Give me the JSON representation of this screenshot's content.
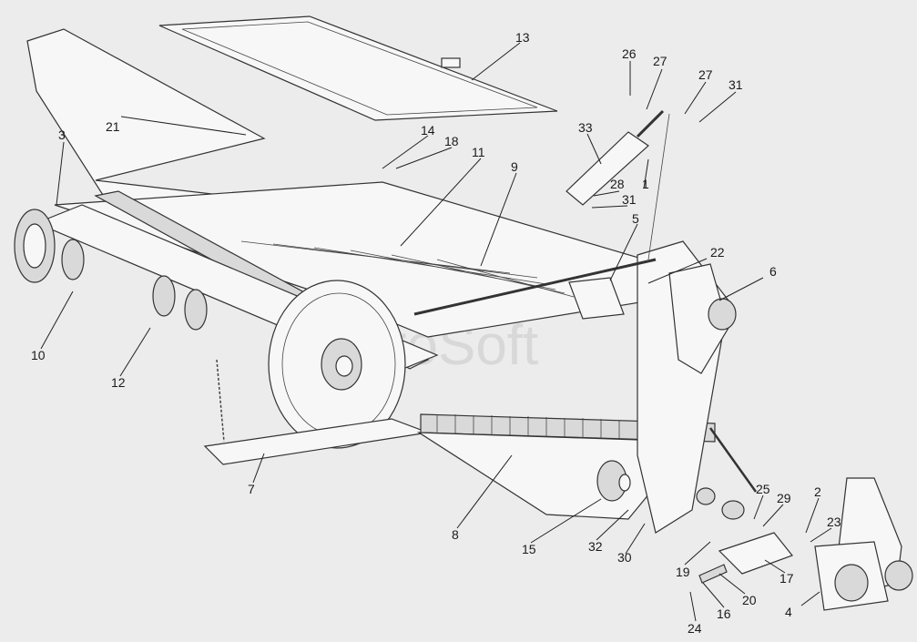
{
  "watermark": "AgroSoft",
  "callouts": [
    "1",
    "2",
    "3",
    "4",
    "5",
    "6",
    "7",
    "8",
    "9",
    "10",
    "11",
    "12",
    "13",
    "14",
    "15",
    "16",
    "17",
    "18",
    "19",
    "20",
    "21",
    "22",
    "23",
    "24",
    "25",
    "26",
    "27",
    "28",
    "29",
    "30",
    "31",
    "32",
    "33"
  ]
}
